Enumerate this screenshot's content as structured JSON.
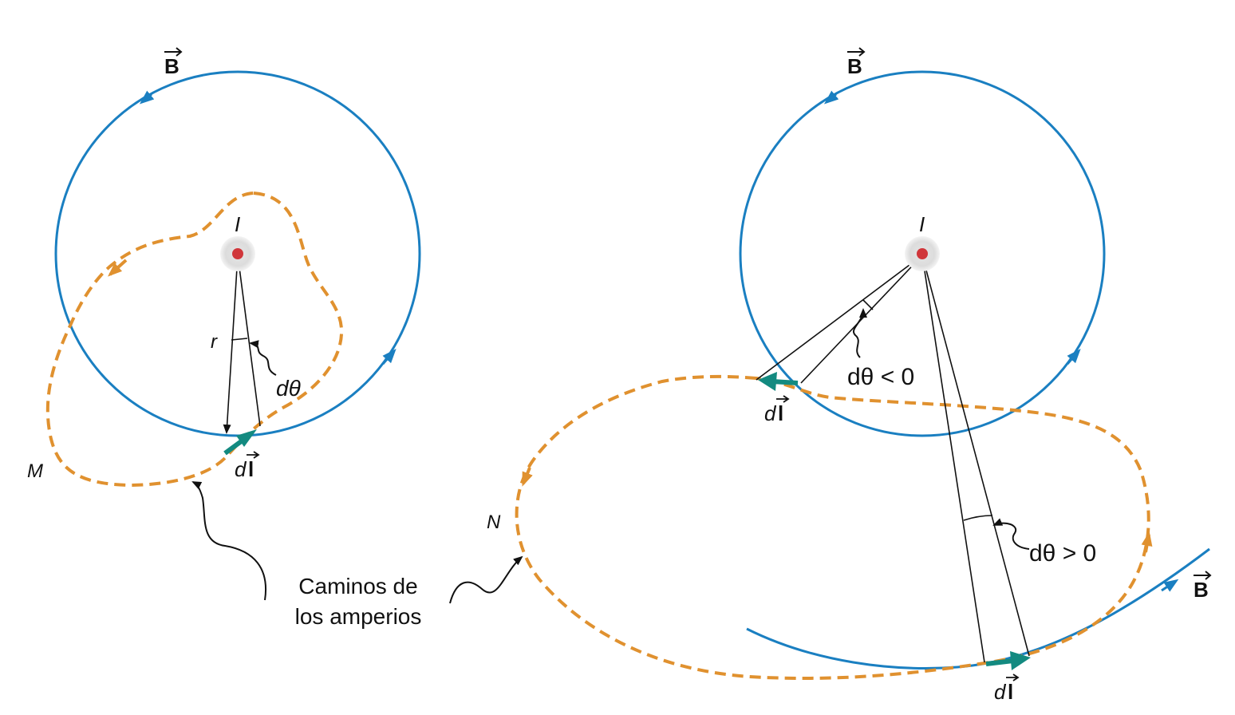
{
  "left_figure": {
    "field_label": "B",
    "current_label": "I",
    "radius_label": "r",
    "angle_label": "dθ",
    "element_label_d": "d",
    "element_label_l": "l",
    "path_label": "M"
  },
  "right_figure": {
    "field_label_top": "B",
    "field_label_bottom": "B",
    "current_label": "I",
    "angle_neg_label": "dθ < 0",
    "angle_pos_label": "dθ > 0",
    "element_top_d": "d",
    "element_top_l": "l",
    "element_bottom_d": "d",
    "element_bottom_l": "l",
    "path_label": "N"
  },
  "caption": {
    "line1": "Caminos de",
    "line2": "los amperios"
  },
  "colors": {
    "field": "#1a7fc1",
    "path": "#e0912f",
    "element": "#138a80",
    "wire": "#d0363a"
  },
  "icons": {
    "field_arrow": "triangle-arrowhead",
    "vector_arrow": "overhead-right-arrow"
  }
}
